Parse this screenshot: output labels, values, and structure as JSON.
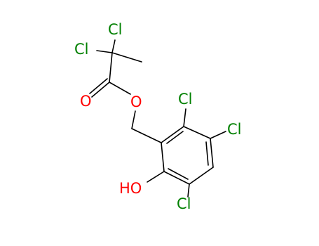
{
  "molecule": {
    "atoms": [
      {
        "id": "cl_top",
        "text": "Cl",
        "color": "#008000"
      },
      {
        "id": "cl_left",
        "text": "Cl",
        "color": "#008000"
      },
      {
        "id": "o_carbonyl",
        "text": "O",
        "color": "#ff0000"
      },
      {
        "id": "o_ester",
        "text": "O",
        "color": "#ff0000"
      },
      {
        "id": "cl_ring_top",
        "text": "Cl",
        "color": "#008000"
      },
      {
        "id": "cl_ring_right",
        "text": "Cl",
        "color": "#008000"
      },
      {
        "id": "oh",
        "text": "HO",
        "color": "#ff0000"
      },
      {
        "id": "cl_ring_bottom",
        "text": "Cl",
        "color": "#008000"
      }
    ]
  }
}
